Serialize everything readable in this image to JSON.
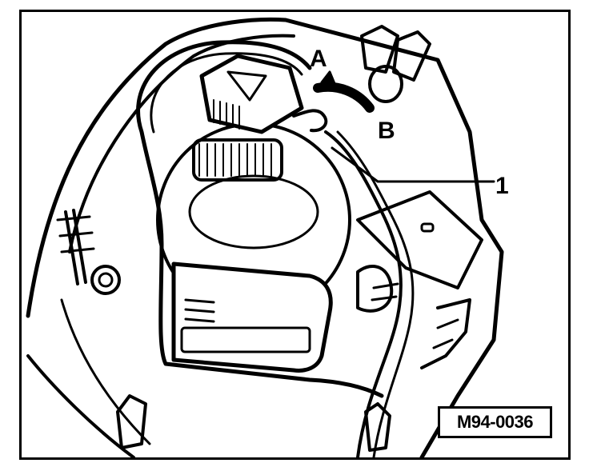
{
  "figure": {
    "callouts": {
      "a": "A",
      "b": "B",
      "item_1": "1"
    },
    "reference_code": "M94-0036"
  }
}
